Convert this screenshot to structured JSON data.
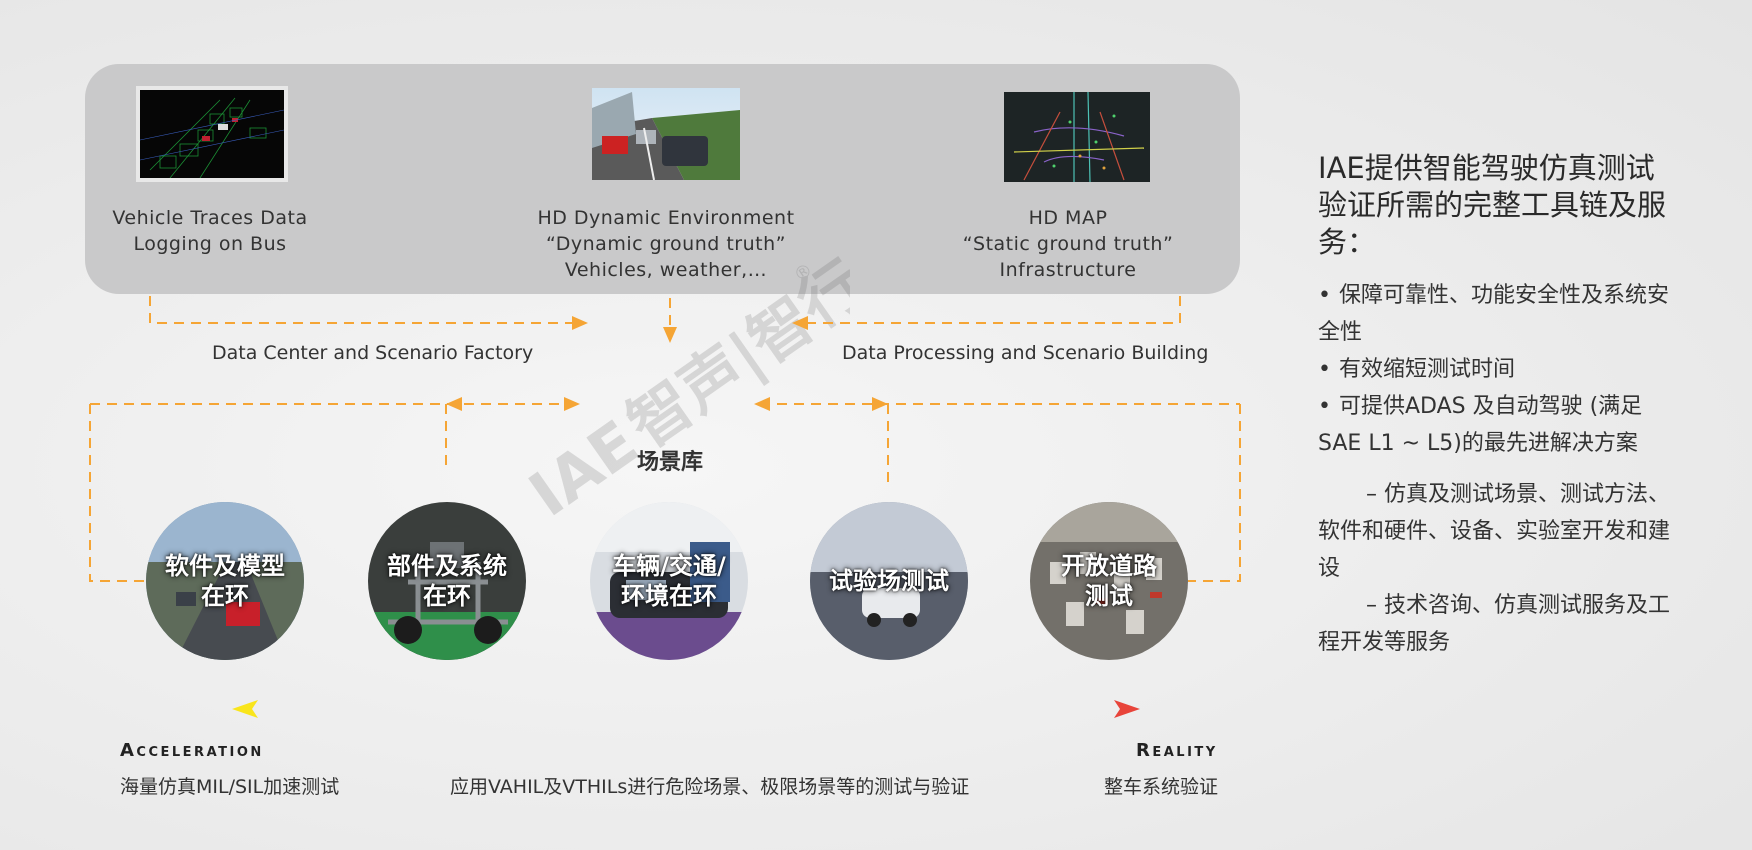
{
  "sources": [
    {
      "id": "vehicle-traces",
      "lines": [
        "Vehicle Traces Data",
        "Logging on Bus"
      ]
    },
    {
      "id": "hd-dynamic",
      "lines": [
        "HD Dynamic Environment",
        "“Dynamic ground truth”",
        "Vehicles, weather,…"
      ]
    },
    {
      "id": "hd-map",
      "lines": [
        "HD MAP",
        "“Static ground truth”",
        "Infrastructure"
      ]
    }
  ],
  "flows": {
    "left_label": "Data Center and Scenario Factory",
    "right_label": "Data Processing and Scenario Building"
  },
  "hub_label": "场景库",
  "stages": [
    {
      "lines": [
        "软件及模型",
        "在环"
      ]
    },
    {
      "lines": [
        "部件及系统",
        "在环"
      ]
    },
    {
      "lines": [
        "车辆/交通/",
        "环境在环"
      ]
    },
    {
      "lines": [
        "试验场测试"
      ]
    },
    {
      "lines": [
        "开放道路",
        "测试"
      ]
    }
  ],
  "scale": {
    "left_caption": "Acceleration",
    "right_caption": "Reality",
    "left_desc": "海量仿真MIL/SIL加速测试",
    "middle_desc": "应用VAHIL及VTHILs进行危险场景、极限场景等的测试与验证",
    "right_desc": "整车系统验证",
    "gradient": [
      "#f9e51b",
      "#f7b21e",
      "#e8443a"
    ]
  },
  "colors": {
    "dashed_line": "#f5a535",
    "panel": "#c9c9ca"
  },
  "watermark": {
    "text": "智声|智行",
    "mark": "IAE",
    "registered": "®"
  },
  "right_panel": {
    "title": "IAE提供智能驾驶仿真测试验证所需的完整工具链及服务：",
    "bullets": [
      "保障可靠性、功能安全性及系统安全性",
      "有效缩短测试时间",
      "可提供ADAS 及自动驾驶 (满足 SAE L1 ~ L5)的最先进解决方案"
    ],
    "subpoints": [
      "– 仿真及测试场景、测试方法、软件和硬件、设备、实验室开发和建设",
      "– 技术咨询、仿真测试服务及工程开发等服务"
    ]
  }
}
